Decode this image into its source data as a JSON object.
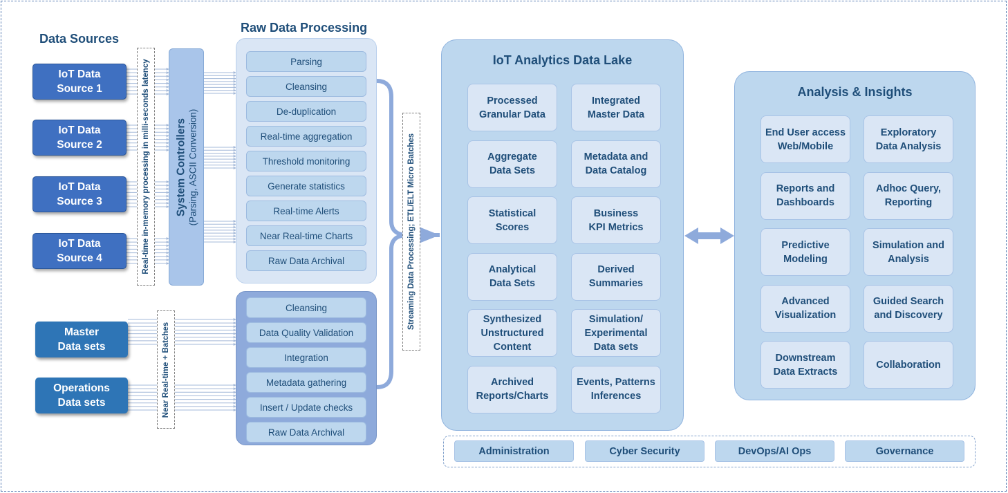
{
  "headings": {
    "data_sources": "Data Sources",
    "raw_processing": "Raw Data Processing",
    "lake": "IoT Analytics Data Lake",
    "insights": "Analysis & Insights"
  },
  "sources": {
    "iot": [
      "IoT Data\nSource 1",
      "IoT Data\nSource 2",
      "IoT Data\nSource 3",
      "IoT Data\nSource 4"
    ],
    "master": "Master\nData sets",
    "operations": "Operations\nData sets"
  },
  "labels": {
    "realtime": "Real-time in-memory processing in milli-seconds latency",
    "near_realtime": "Near Real-time + Batches",
    "streaming": "Streaming Data Processing; ETL/ELT Micro Batches",
    "controller_title": "System Controllers",
    "controller_sub": "(Parsing, ASCII Conversion)"
  },
  "raw_steps": [
    "Parsing",
    "Cleansing",
    "De-duplication",
    "Real-time aggregation",
    "Threshold monitoring",
    "Generate statistics",
    "Real-time Alerts",
    "Near Real-time Charts",
    "Raw Data Archival"
  ],
  "batch_steps": [
    "Cleansing",
    "Data Quality Validation",
    "Integration",
    "Metadata gathering",
    "Insert / Update checks",
    "Raw Data Archival"
  ],
  "lake_items": [
    "Processed\nGranular Data",
    "Integrated\nMaster Data",
    "Aggregate\nData Sets",
    "Metadata and\nData Catalog",
    "Statistical\nScores",
    "Business\nKPI Metrics",
    "Analytical\nData Sets",
    "Derived\nSummaries",
    "Synthesized\nUnstructured\nContent",
    "Simulation/\nExperimental\nData sets",
    "Archived\nReports/Charts",
    "Events, Patterns\nInferences"
  ],
  "insight_items": [
    "End User access\nWeb/Mobile",
    "Exploratory\nData Analysis",
    "Reports and\nDashboards",
    "Adhoc Query,\nReporting",
    "Predictive\nModeling",
    "Simulation and\nAnalysis",
    "Advanced\nVisualization",
    "Guided Search\nand Discovery",
    "Downstream\nData Extracts",
    "Collaboration"
  ],
  "footer": [
    "Administration",
    "Cyber Security",
    "DevOps/AI Ops",
    "Governance"
  ],
  "colors": {
    "heading": "#1f4e79",
    "source_fill": "#3f70c1",
    "dataset_fill": "#2e75b6",
    "light_panel": "#dae6f5",
    "dark_panel": "#8eaadb",
    "step_fill": "#bdd7ee",
    "arrow": "#8eaadb"
  }
}
